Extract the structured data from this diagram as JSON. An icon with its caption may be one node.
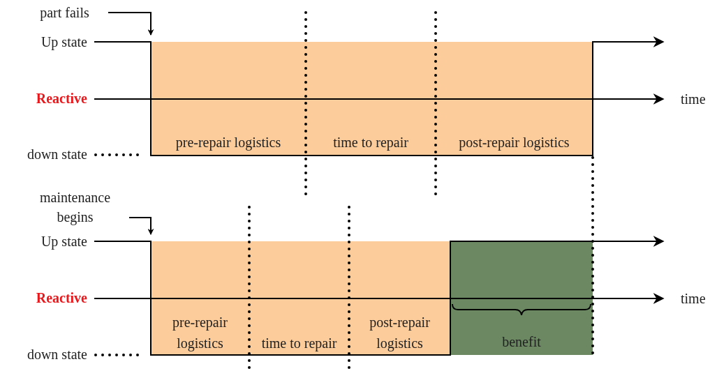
{
  "diagram": {
    "nodes": [
      {
        "text": [
          "part fails"
        ]
      },
      {
        "text": [
          "maintenance begins"
        ]
      },
      {
        "text": [
          "pre-repair logistics"
        ]
      },
      {
        "text": [
          "time to repair"
        ]
      },
      {
        "text": [
          "post-repair logistics"
        ]
      },
      {
        "text": [
          "pre-repair logistics"
        ]
      },
      {
        "text": [
          "time to repair"
        ]
      },
      {
        "text": [
          "post-repair logistics"
        ]
      },
      {
        "text": [
          "benefit"
        ]
      }
    ],
    "edges": [
      {
        "from": 0,
        "to": 2,
        "arrow": "to"
      },
      {
        "from": 1,
        "to": 5,
        "arrow": "to"
      }
    ],
    "labels": [
      "Up state",
      "Reactive",
      "time",
      "down state",
      "Up state",
      "Reactive",
      "time",
      "down state"
    ]
  }
}
